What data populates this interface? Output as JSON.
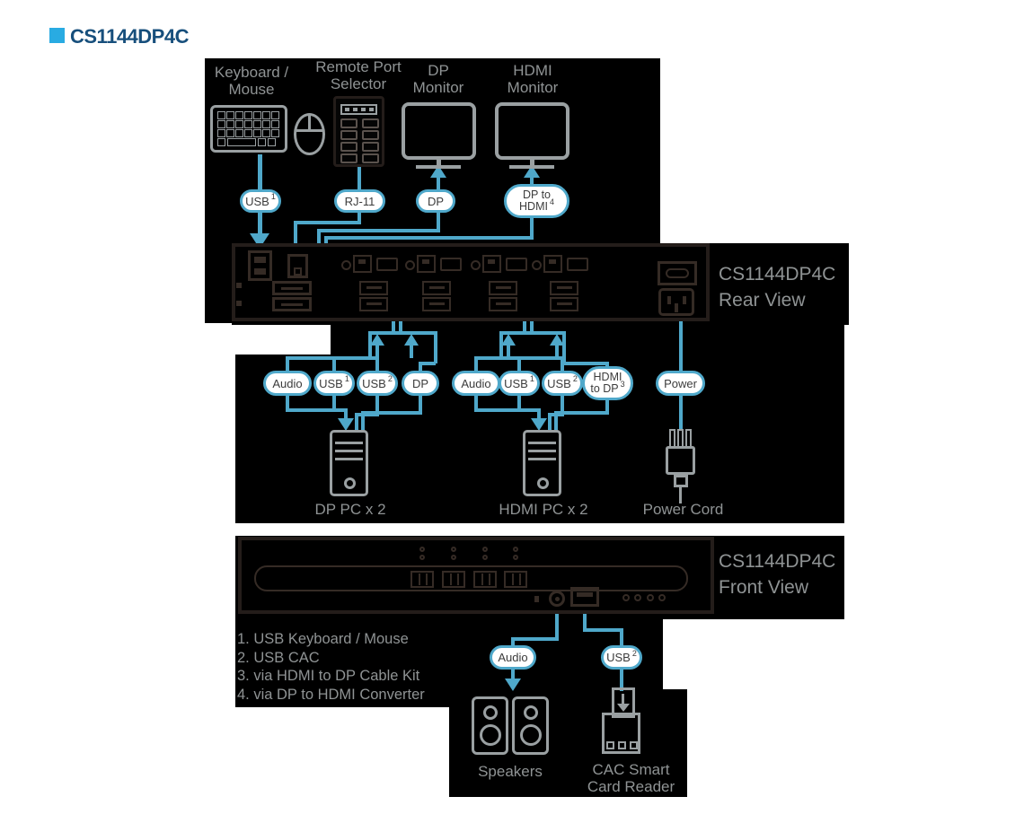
{
  "header": {
    "title": "CS1144DP4C",
    "accent_square": "#29ABE2",
    "title_color": "#174F7C"
  },
  "top": {
    "keyboard_mouse": {
      "line1": "Keyboard /",
      "line2": "Mouse"
    },
    "remote_selector": {
      "line1": "Remote Port",
      "line2": "Selector"
    },
    "dp_monitor": {
      "line1": "DP",
      "line2": "Monitor"
    },
    "hdmi_monitor": {
      "line1": "HDMI",
      "line2": "Monitor"
    }
  },
  "cables_top": {
    "usb1": {
      "label": "USB",
      "sup": "1"
    },
    "rj11": {
      "label": "RJ-11"
    },
    "dp": {
      "label": "DP"
    },
    "dp_to_hdmi": {
      "line1": "DP to",
      "line2": "HDMI",
      "sup": "4"
    }
  },
  "rear_view": {
    "model": "CS1144DP4C",
    "label": "Rear View"
  },
  "cables_mid": {
    "audio_left": {
      "label": "Audio"
    },
    "usb1_left": {
      "label": "USB",
      "sup": "1"
    },
    "usb2_left": {
      "label": "USB",
      "sup": "2"
    },
    "dp_left": {
      "label": "DP"
    },
    "audio_right": {
      "label": "Audio"
    },
    "usb1_right": {
      "label": "USB",
      "sup": "1"
    },
    "usb2_right": {
      "label": "USB",
      "sup": "2"
    },
    "hdmi_to_dp": {
      "line1": "HDMI",
      "line2": "to DP",
      "sup": "3"
    },
    "power": {
      "label": "Power"
    }
  },
  "computers": {
    "dp_pc": "DP PC x 2",
    "hdmi_pc": "HDMI PC x 2",
    "power_cord": "Power Cord"
  },
  "front_view": {
    "model": "CS1144DP4C",
    "label": "Front View"
  },
  "notes": [
    "1. USB Keyboard / Mouse",
    "2. USB CAC",
    "3. via HDMI to DP Cable Kit",
    "4. via DP to HDMI Converter"
  ],
  "cables_bottom": {
    "audio": {
      "label": "Audio"
    },
    "usb2": {
      "label": "USB",
      "sup": "2"
    }
  },
  "peripherals": {
    "speakers": "Speakers",
    "cac_line1": "CAC Smart",
    "cac_line2": "Card Reader"
  },
  "colors": {
    "cable": "#4FA8CA",
    "icon_gray": "#9aa0a2",
    "label_gray": "#8f9394",
    "port_dark": "#352b25"
  }
}
